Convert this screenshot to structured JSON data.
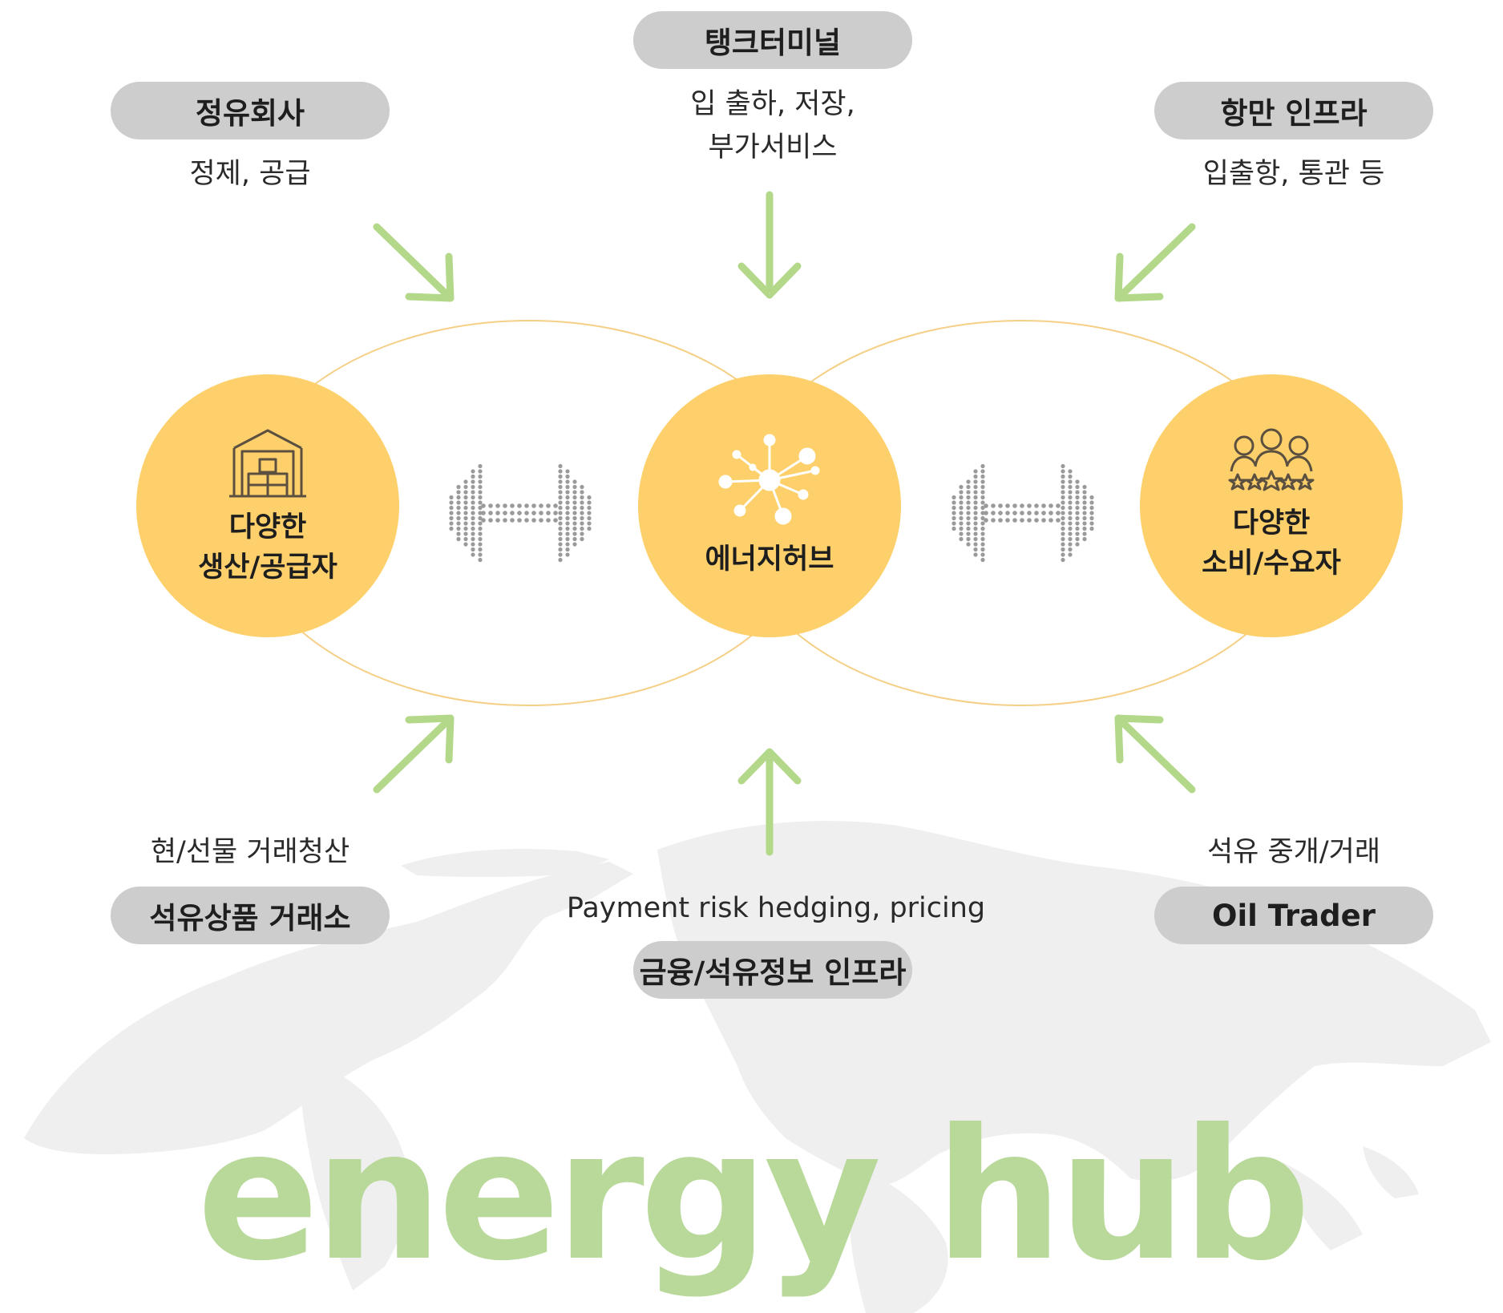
{
  "top": {
    "left": {
      "pill": "정유회사",
      "desc": [
        "정제, 공급"
      ]
    },
    "center": {
      "pill": "탱크터미널",
      "desc": [
        "입 출하, 저장,",
        "부가서비스"
      ]
    },
    "right": {
      "pill": "항만 인프라",
      "desc": [
        "입출항, 통관 등"
      ]
    }
  },
  "bottom": {
    "left": {
      "pill": "석유상품 거래소",
      "desc": "현/선물 거래청산"
    },
    "center": {
      "pill": "금융/석유정보 인프라",
      "desc": "Payment risk hedging, pricing"
    },
    "right": {
      "pill": "Oil Trader",
      "desc": "석유 중개/거래"
    }
  },
  "nodes": {
    "left": {
      "label": [
        "다양한",
        "생산/공급자"
      ],
      "icon": "warehouse-icon"
    },
    "center": {
      "label": [
        "에너지허브"
      ],
      "icon": "network-hub-icon"
    },
    "right": {
      "label": [
        "다양한",
        "소비/수요자"
      ],
      "icon": "people-rating-icon"
    }
  },
  "watermark": "energy hub",
  "colors": {
    "circle": "#fdd06b",
    "ring": "#f5cf86",
    "arrow": "#b3d88a",
    "pill": "#cdcdcd",
    "watermark": "#b8d99a",
    "dots": "#9a9a9a"
  }
}
